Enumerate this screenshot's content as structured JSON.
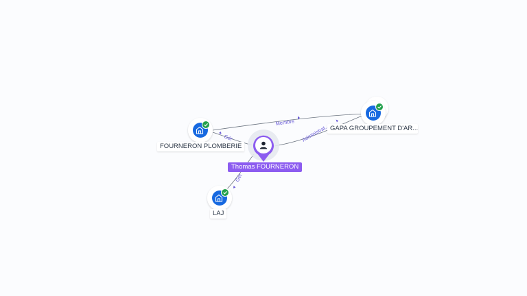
{
  "colors": {
    "person_accent": "#8c5cf0",
    "company_icon": "#1769e0",
    "check_badge": "#22a04b",
    "edge_line": "#6b7480",
    "edge_label": "#6a5cd8"
  },
  "person": {
    "name": "Thomas FOURNERON",
    "icon": "person-icon"
  },
  "companies": [
    {
      "name": "FOURNERON PLOMBERIE",
      "icon": "building-icon",
      "verified": true
    },
    {
      "name": "GAPA GROUPEMENT D'AR...",
      "icon": "building-icon",
      "verified": true
    },
    {
      "name": "LAJ",
      "icon": "building-icon",
      "verified": true
    }
  ],
  "edges": [
    {
      "label": "Membre"
    },
    {
      "label": "Administrat..."
    },
    {
      "label": "Gér"
    },
    {
      "label": "Gér"
    }
  ]
}
